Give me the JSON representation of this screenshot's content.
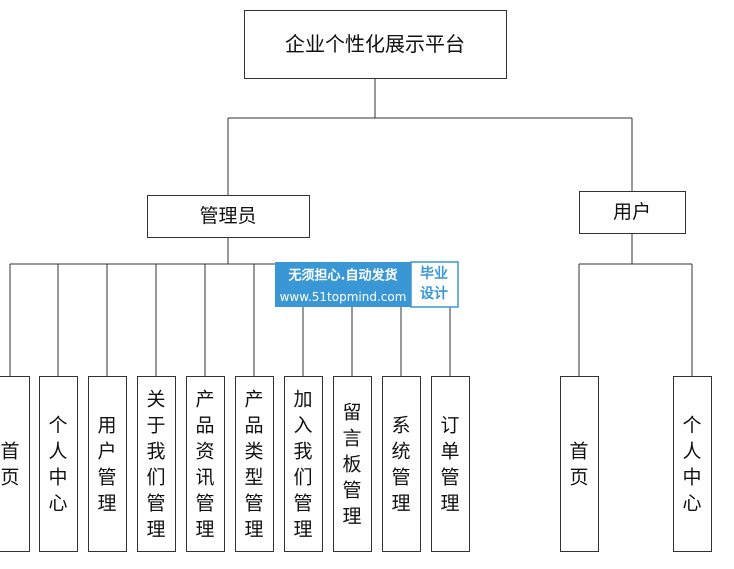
{
  "diagram": {
    "root": {
      "label": "企业个性化展示平台"
    },
    "roles": [
      {
        "label": "管理员",
        "children": [
          "首页",
          "个人中心",
          "用户管理",
          "关于我们管理",
          "产品资讯管理",
          "产品类型管理",
          "加入我们管理",
          "留言板管理",
          "系统管理",
          "订单管理"
        ]
      },
      {
        "label": "用户",
        "children": [
          "首页",
          "个人中心"
        ]
      }
    ]
  },
  "watermark": {
    "line1": "无须担心.自动发货",
    "line2": "www.51topmind.com",
    "badge1": "毕业",
    "badge2": "设计",
    "color": "#3a97d6"
  },
  "colors": {
    "line": "#333333",
    "box_border": "#333333",
    "text": "#111111"
  }
}
